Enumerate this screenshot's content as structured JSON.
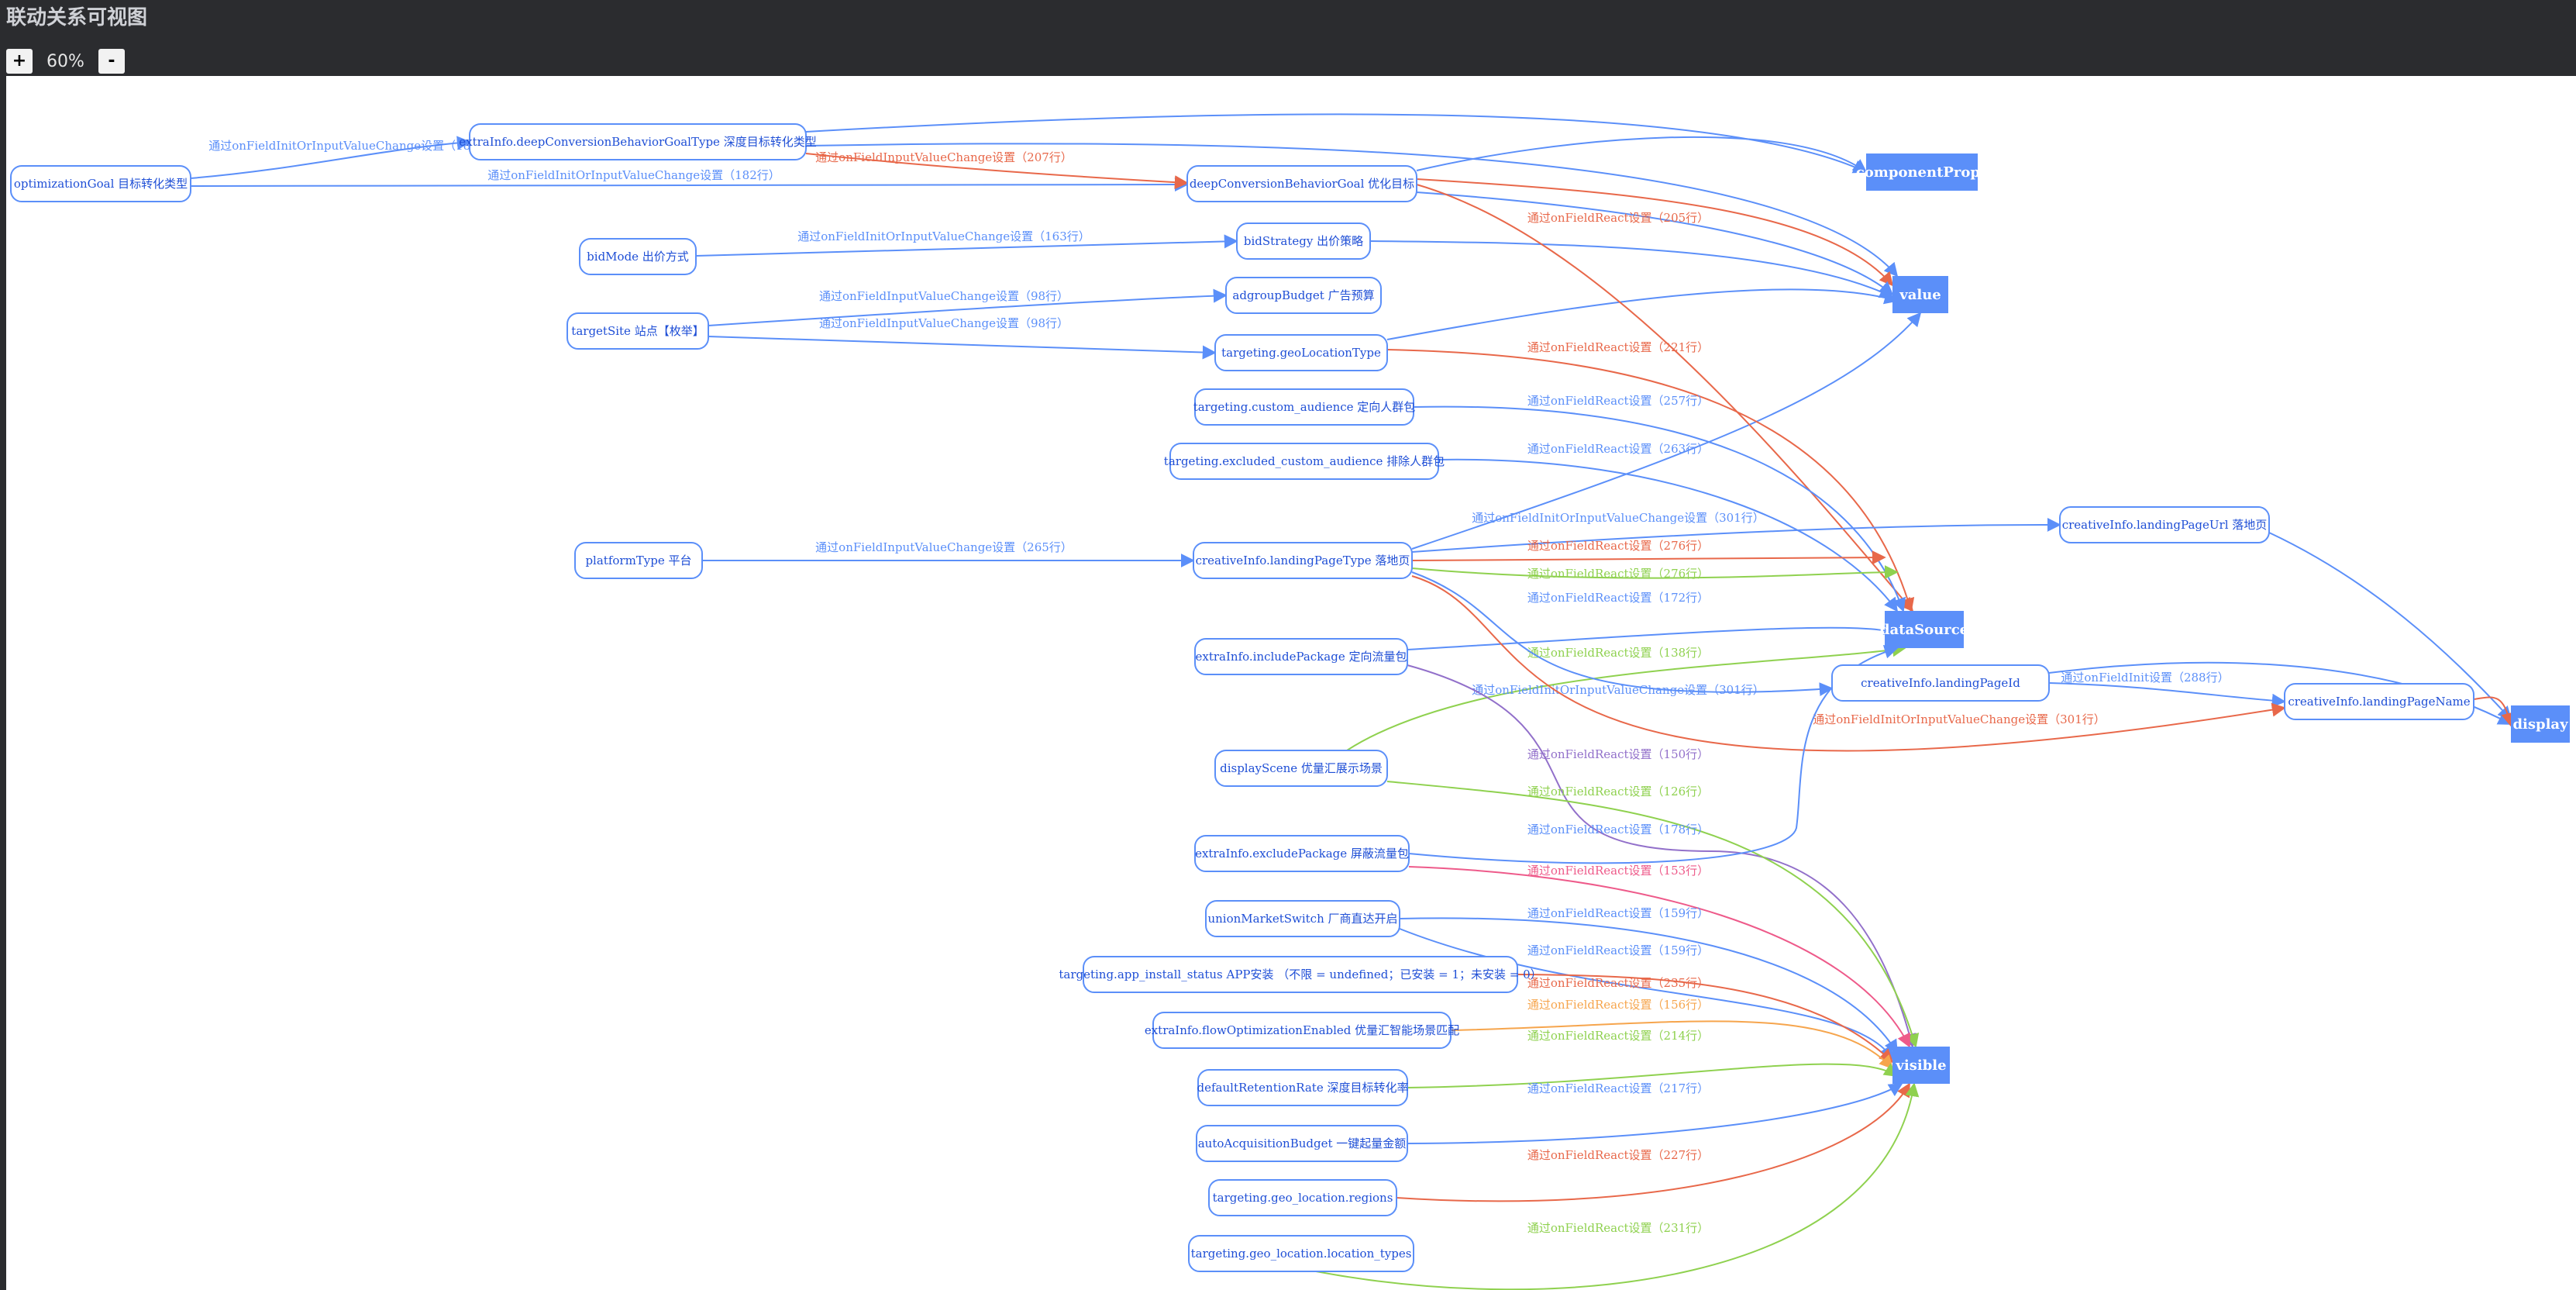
{
  "header": {
    "title": "联动关系可视图"
  },
  "zoom": {
    "plus": "+",
    "value": "60%",
    "minus": "-"
  },
  "colors": {
    "blue": "#5b8ff9",
    "red": "#e8684a",
    "green": "#8fd14f",
    "purple": "#9270ca",
    "orange": "#f6a54d",
    "pink": "#ee5a8a",
    "target_fill": "#5b8ff9"
  },
  "targets": [
    {
      "id": "componentProps",
      "label": "componentProps"
    },
    {
      "id": "value",
      "label": "value"
    },
    {
      "id": "dataSource",
      "label": "dataSource"
    },
    {
      "id": "visible",
      "label": "visible"
    },
    {
      "id": "display",
      "label": "display"
    }
  ],
  "nodes": [
    {
      "id": "optimizationGoal",
      "label": "optimizationGoal  目标转化类型"
    },
    {
      "id": "deepConvType",
      "label": "extraInfo.deepConversionBehaviorGoalType  深度目标转化类型"
    },
    {
      "id": "deepConvGoal",
      "label": "deepConversionBehaviorGoal  优化目标"
    },
    {
      "id": "bidMode",
      "label": "bidMode  出价方式"
    },
    {
      "id": "bidStrategy",
      "label": "bidStrategy  出价策略"
    },
    {
      "id": "targetSite",
      "label": "targetSite  站点【枚举】"
    },
    {
      "id": "adgroupBudget",
      "label": "adgroupBudget  广告预算"
    },
    {
      "id": "geoLocationType",
      "label": "targeting.geoLocationType"
    },
    {
      "id": "customAudience",
      "label": "targeting.custom_audience  定向人群包"
    },
    {
      "id": "excludedAudience",
      "label": "targeting.excluded_custom_audience  排除人群包"
    },
    {
      "id": "platformType",
      "label": "platformType  平台"
    },
    {
      "id": "landingPageType",
      "label": "creativeInfo.landingPageType  落地页"
    },
    {
      "id": "landingPageUrl",
      "label": "creativeInfo.landingPageUrl  落地页"
    },
    {
      "id": "includePackage",
      "label": "extraInfo.includePackage  定向流量包"
    },
    {
      "id": "landingPageId",
      "label": "creativeInfo.landingPageId"
    },
    {
      "id": "landingPageName",
      "label": "creativeInfo.landingPageName"
    },
    {
      "id": "displayScene",
      "label": "displayScene  优量汇展示场景"
    },
    {
      "id": "excludePackage",
      "label": "extraInfo.excludePackage  屏蔽流量包"
    },
    {
      "id": "unionMarketSwitch",
      "label": "unionMarketSwitch  厂商直达开启"
    },
    {
      "id": "appInstall",
      "label": "targeting.app_install_status  APP安装  （不限 = undefined；已安装 = 1；未安装 = 0）"
    },
    {
      "id": "flowOpt",
      "label": "extraInfo.flowOptimizationEnabled  优量汇智能场景匹配"
    },
    {
      "id": "retentionRate",
      "label": "defaultRetentionRate  深度目标转化率"
    },
    {
      "id": "autoBudget",
      "label": "autoAcquisitionBudget  一键起量金额"
    },
    {
      "id": "geoRegions",
      "label": "targeting.geo_location.regions"
    },
    {
      "id": "geoLocTypes",
      "label": "targeting.geo_location.location_types"
    }
  ],
  "edges": [
    {
      "label": "通过onFieldInitOrInputValueChange设置（182行）"
    },
    {
      "label": "通过onFieldInitOrInputValueChange设置（182行）"
    },
    {
      "label": "通过onFieldInputValueChange设置（207行）"
    },
    {
      "label": "通过onFieldReact设置（205行）"
    },
    {
      "label": "通过onFieldInitOrInputValueChange设置（163行）"
    },
    {
      "label": "通过onFieldInputValueChange设置（98行）"
    },
    {
      "label": "通过onFieldInputValueChange设置（98行）"
    },
    {
      "label": "通过onFieldReact设置（221行）"
    },
    {
      "label": "通过onFieldReact设置（257行）"
    },
    {
      "label": "通过onFieldReact设置（263行）"
    },
    {
      "label": "通过onFieldInitOrInputValueChange设置（301行）"
    },
    {
      "label": "通过onFieldInputValueChange设置（265行）"
    },
    {
      "label": "通过onFieldReact设置（276行）"
    },
    {
      "label": "通过onFieldReact设置（276行）"
    },
    {
      "label": "通过onFieldReact设置（172行）"
    },
    {
      "label": "通过onFieldReact设置（138行）"
    },
    {
      "label": "通过onFieldInitOrInputValueChange设置（301行）"
    },
    {
      "label": "通过onFieldInit设置（288行）"
    },
    {
      "label": "通过onFieldInitOrInputValueChange设置（301行）"
    },
    {
      "label": "通过onFieldReact设置（150行）"
    },
    {
      "label": "通过onFieldReact设置（126行）"
    },
    {
      "label": "通过onFieldReact设置（178行）"
    },
    {
      "label": "通过onFieldReact设置（153行）"
    },
    {
      "label": "通过onFieldReact设置（159行）"
    },
    {
      "label": "通过onFieldReact设置（159行）"
    },
    {
      "label": "通过onFieldReact设置（235行）"
    },
    {
      "label": "通过onFieldReact设置（156行）"
    },
    {
      "label": "通过onFieldReact设置（214行）"
    },
    {
      "label": "通过onFieldReact设置（217行）"
    },
    {
      "label": "通过onFieldReact设置（227行）"
    },
    {
      "label": "通过onFieldReact设置（231行）"
    }
  ]
}
